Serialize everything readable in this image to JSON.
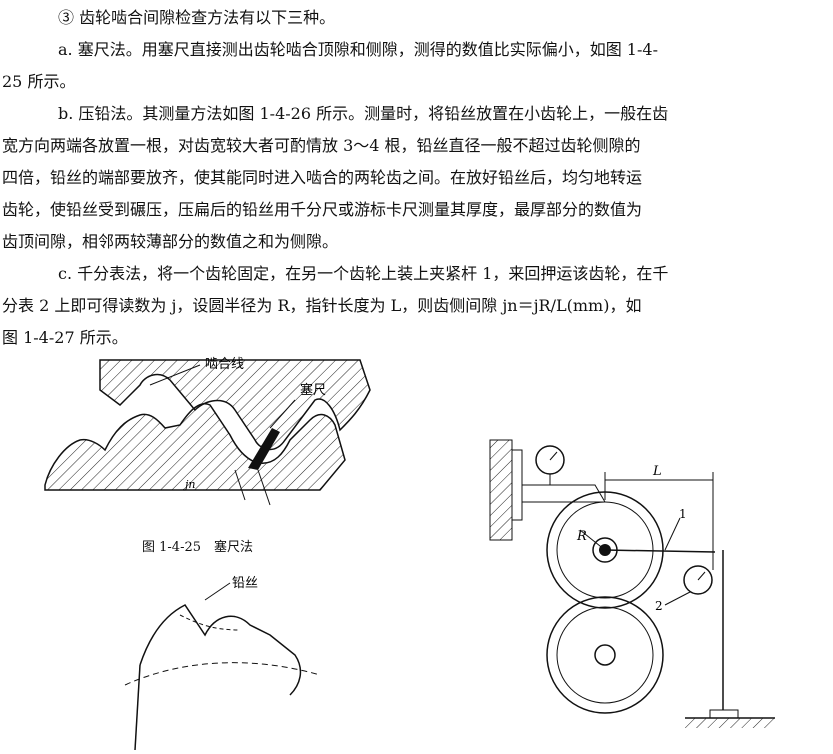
{
  "text": {
    "heading": "③ 齿轮啮合间隙检查方法有以下三种。",
    "a_line1": "a. 塞尺法。用塞尺直接测出齿轮啮合顶隙和侧隙，测得的数值比实际偏小，如图 1-4-",
    "a_line2": "25 所示。",
    "b_line1": "b. 压铅法。其测量方法如图 1-4-26 所示。测量时，将铅丝放置在小齿轮上，一般在齿",
    "b_line2": "宽方向两端各放置一根，对齿宽较大者可酌情放 3～4 根，铅丝直径一般不超过齿轮侧隙的",
    "b_line3": "四倍，铅丝的端部要放齐，使其能同时进入啮合的两轮齿之间。在放好铅丝后，均匀地转运",
    "b_line4": "齿轮，使铅丝受到碾压，压扁后的铅丝用千分尺或游标卡尺测量其厚度，最厚部分的数值为",
    "b_line5": "齿顶间隙，相邻两较薄部分的数值之和为侧隙。",
    "c_line1": "c. 千分表法，将一个齿轮固定，在另一个齿轮上装上夹紧杆 1，来回押运该齿轮，在千",
    "c_line2": "分表 2 上即可得读数为 j，设圆半径为 R，指针长度为 L，则齿侧间隙 jn＝jR/L(mm)，如",
    "c_line3": "图 1-4-27 所示。"
  },
  "figures": {
    "fig25": {
      "caption": "图 1-4-25　塞尺法",
      "label_mesh_line": "啮合线",
      "label_feeler": "塞尺",
      "label_jn": "jn"
    },
    "fig26": {
      "label_lead_wire": "铅丝"
    },
    "fig27": {
      "label_L": "L",
      "label_R": "R",
      "label_1": "1",
      "label_2": "2"
    }
  }
}
